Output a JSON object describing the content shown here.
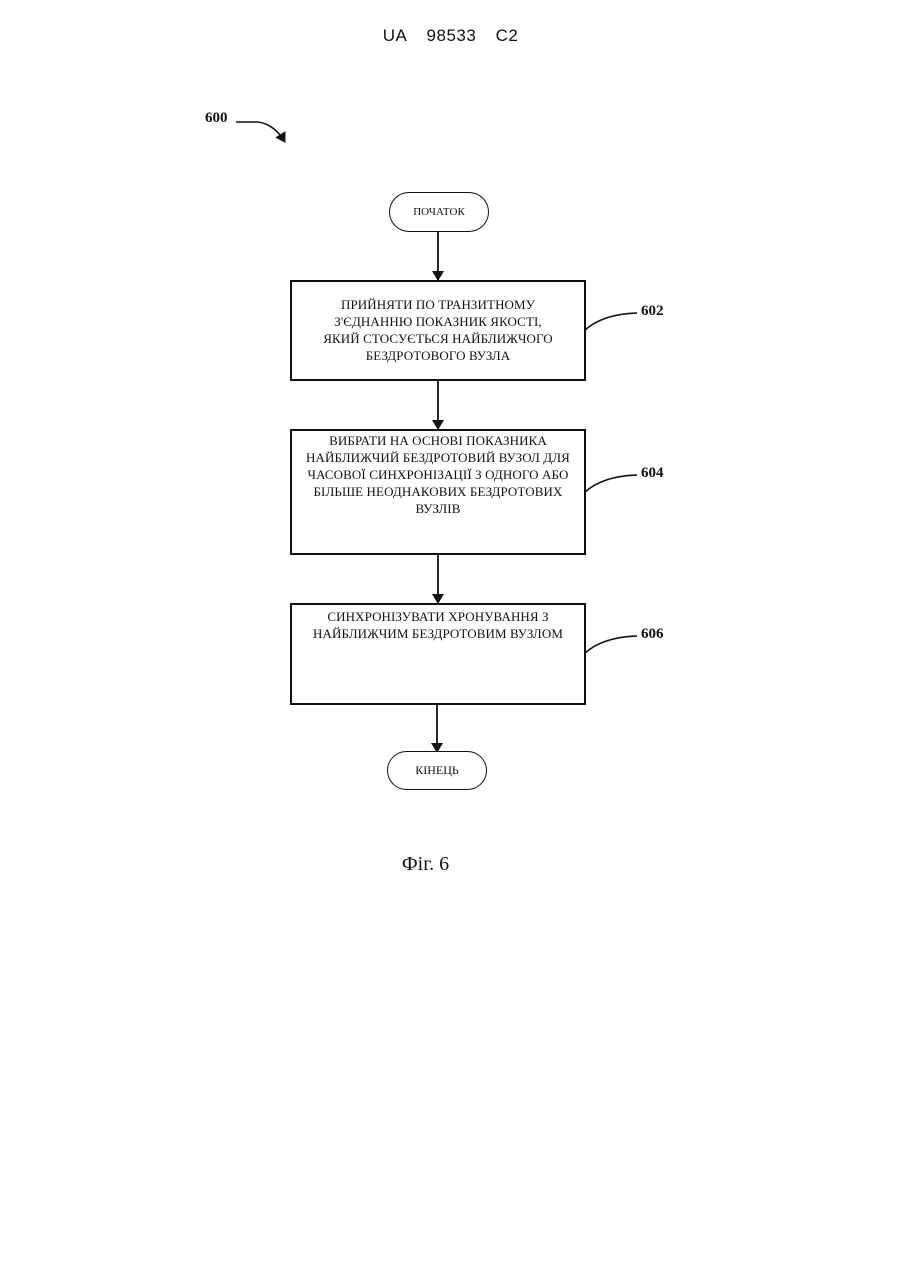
{
  "header": {
    "country": "UA",
    "number": "98533",
    "kind": "C2"
  },
  "diagram": {
    "figure_ref": "600",
    "start_label": "ПОЧАТОК",
    "end_label": "КІНЕЦЬ",
    "steps": [
      {
        "ref": "602",
        "text": "ПРИЙНЯТИ ПО ТРАНЗИТНОМУ З'ЄДНАННЮ ПОКАЗНИК ЯКОСТІ, ЯКИЙ СТОСУЄТЬСЯ НАЙБЛИЖЧОГО БЕЗДРОТОВОГО ВУЗЛА"
      },
      {
        "ref": "604",
        "text": "ВИБРАТИ НА ОСНОВІ ПОКАЗНИКА НАЙБЛИЖЧИЙ БЕЗДРОТОВИЙ ВУЗОЛ ДЛЯ ЧАСОВОЇ СИНХРОНІЗАЦІЇ З ОДНОГО АБО БІЛЬШЕ НЕОДНАКОВИХ БЕЗДРОТОВИХ ВУЗЛІВ"
      },
      {
        "ref": "606",
        "text": "СИНХРОНІЗУВАТИ ХРОНУВАННЯ З НАЙБЛИЖЧИМ БЕЗДРОТОВИМ ВУЗЛОМ"
      }
    ],
    "caption": "Фіг. 6"
  }
}
